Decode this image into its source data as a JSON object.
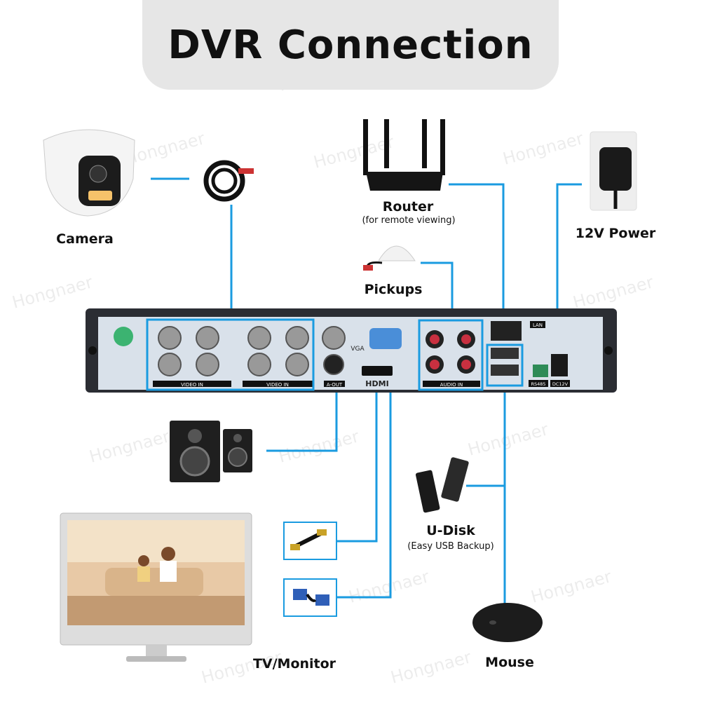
{
  "title": "DVR Connection",
  "watermark": "Hongnaer",
  "devices": {
    "camera": "Camera",
    "router": "Router",
    "router_note": "(for remote viewing)",
    "power": "12V Power",
    "pickups": "Pickups",
    "udisk": "U-Disk",
    "udisk_note": "(Easy USB Backup)",
    "monitor": "TV/Monitor",
    "mouse": "Mouse"
  },
  "panel": {
    "video_in_1": "VIDEO IN",
    "video_in_2": "VIDEO IN",
    "a_out": "A-OUT",
    "vga": "VGA",
    "hdmi": "HDMI",
    "audio_in": "AUDIO IN",
    "lan": "LAN",
    "rs485": "RS485",
    "dc12v": "DC12V"
  },
  "colors": {
    "line": "#1a9be0",
    "dvr": "#2b2d33",
    "panel": "#d9e1ea"
  }
}
